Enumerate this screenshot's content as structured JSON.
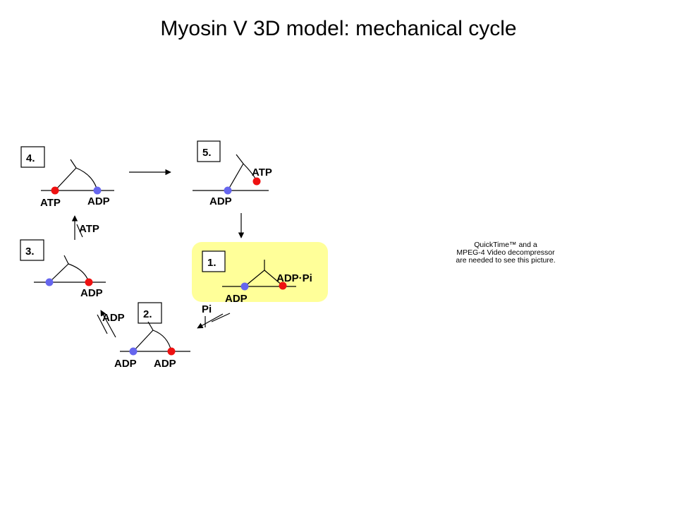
{
  "title": "Myosin V 3D model: mechanical cycle",
  "steps": {
    "s1": {
      "number": "1.",
      "front_label": "ADP·Pi",
      "rear_label": "ADP"
    },
    "s2": {
      "number": "2.",
      "rear_label": "ADP",
      "front_label": "ADP"
    },
    "s3": {
      "number": "3.",
      "front_label": "ADP"
    },
    "s4": {
      "number": "4.",
      "front_label": "ATP",
      "rear_label": "ADP"
    },
    "s5": {
      "number": "5.",
      "front_label": "ATP",
      "rear_label": "ADP"
    }
  },
  "transitions": {
    "t1_to_2": "Pi",
    "t2_to_3": "ADP",
    "t3_to_4": "ATP"
  },
  "colors": {
    "rear_head": "#6666ee",
    "front_head": "#ee1111",
    "highlight": "#ffff99"
  },
  "quicktime_notice": {
    "line1": "QuickTime™ and a",
    "line2": "MPEG-4 Video decompressor",
    "line3": "are needed to see this picture."
  }
}
